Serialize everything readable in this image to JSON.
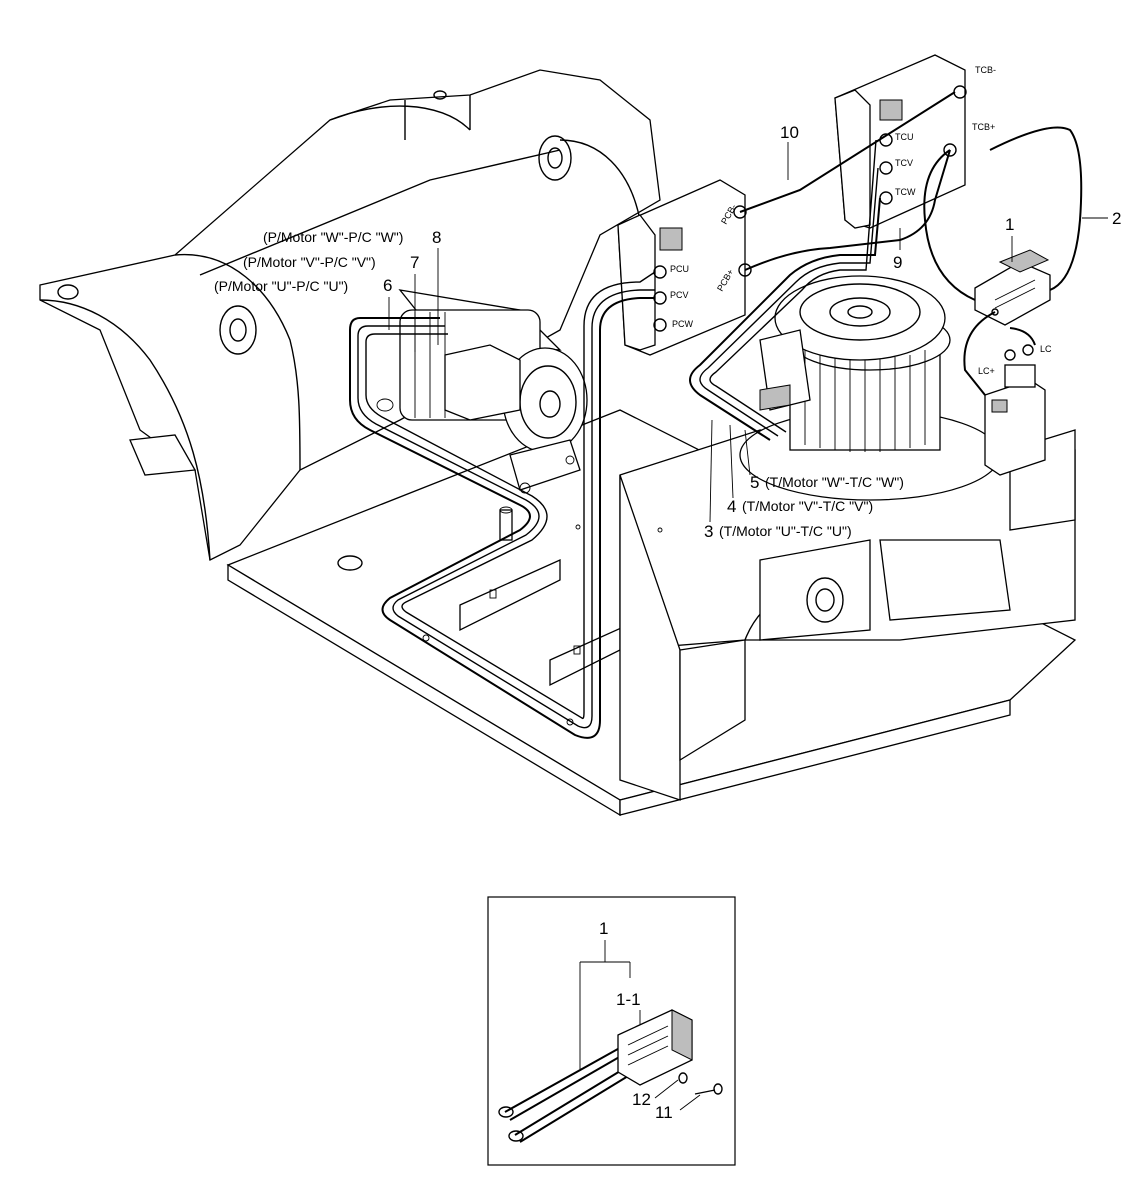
{
  "callouts": {
    "c1": "1",
    "c2": "2",
    "c3": "3",
    "c4": "4",
    "c5": "5",
    "c6": "6",
    "c7": "7",
    "c8": "8",
    "c9": "9",
    "c10": "10"
  },
  "cable_labels": {
    "p_w": "(P/Motor \"W\"-P/C \"W\")",
    "p_v": "(P/Motor \"V\"-P/C \"V\")",
    "p_u": "(P/Motor \"U\"-P/C \"U\")",
    "t_w": "(T/Motor \"W\"-T/C \"W\")",
    "t_v": "(T/Motor \"V\"-T/C \"V\")",
    "t_u": "(T/Motor \"U\"-T/C \"U\")"
  },
  "terminals": {
    "tcb_minus": "TCB-",
    "tcb_plus": "TCB+",
    "tcu": "TCU",
    "tcv": "TCV",
    "tcw": "TCW",
    "pcb": "PCB-",
    "pcb_plus": "PCB+",
    "pcu": "PCU",
    "pcv": "PCV",
    "pcw": "PCW",
    "lc": "LC",
    "lc_plus": "LC+"
  },
  "detail": {
    "c1": "1",
    "c1_1": "1-1",
    "c11": "11",
    "c12": "12"
  }
}
